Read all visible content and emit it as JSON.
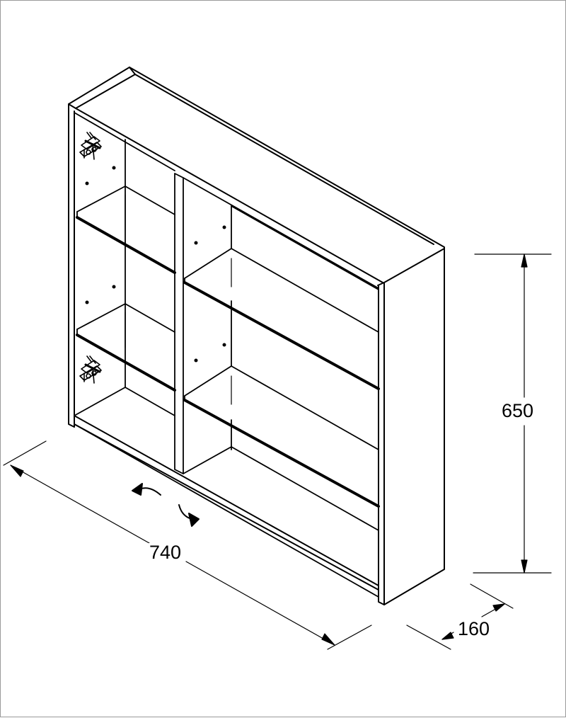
{
  "drawing": {
    "subject": "cabinet",
    "colors": {
      "line": "#000000",
      "background": "#ffffff",
      "border": "#9a9a9a"
    }
  },
  "dimensions": {
    "height": "650",
    "width": "740",
    "depth": "160"
  }
}
